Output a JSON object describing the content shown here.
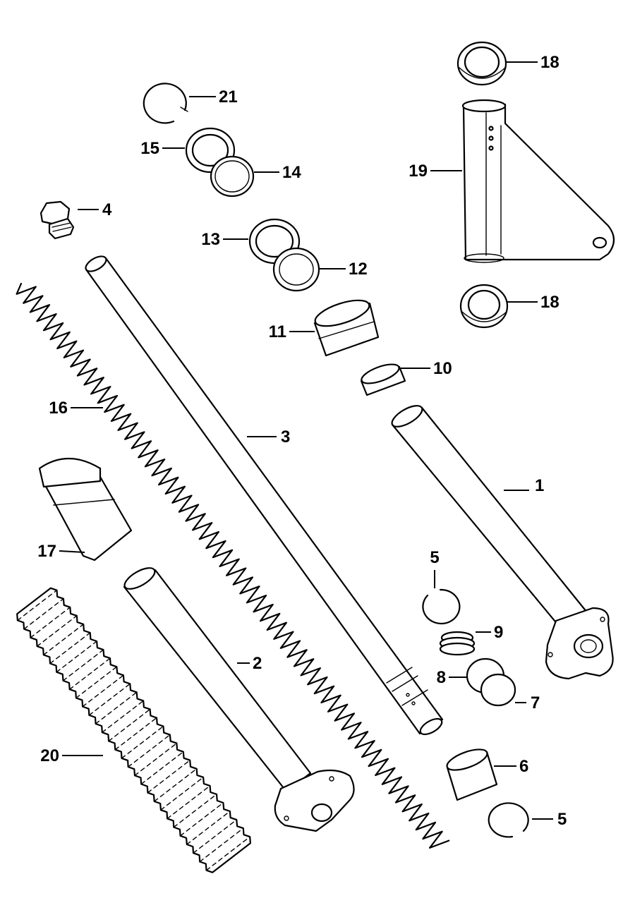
{
  "diagram": {
    "labels": {
      "p1": "1",
      "p2": "2",
      "p3": "3",
      "p4": "4",
      "p5a": "5",
      "p5b": "5",
      "p6": "6",
      "p7": "7",
      "p8": "8",
      "p9": "9",
      "p10": "10",
      "p11": "11",
      "p12": "12",
      "p13": "13",
      "p14": "14",
      "p15": "15",
      "p16": "16",
      "p17": "17",
      "p18a": "18",
      "p18b": "18",
      "p19": "19",
      "p20": "20",
      "p21": "21"
    }
  }
}
